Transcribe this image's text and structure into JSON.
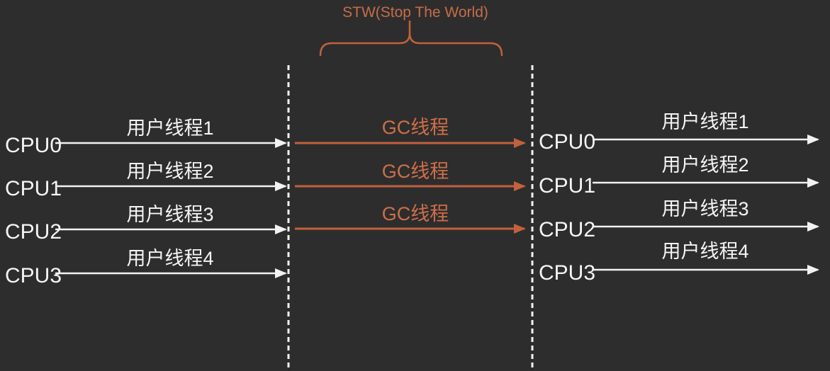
{
  "title": "STW(Stop The World)",
  "colors": {
    "background": "#2d2d2d",
    "thread_arrow": "#f2f2f2",
    "gc_arrow": "#c2613c",
    "gc_text": "#cf6e48",
    "title_text": "#c76c4b"
  },
  "left": {
    "rows": [
      {
        "cpu": "CPU0",
        "thread": "用户线程1"
      },
      {
        "cpu": "CPU1",
        "thread": "用户线程2"
      },
      {
        "cpu": "CPU2",
        "thread": "用户线程3"
      },
      {
        "cpu": "CPU3",
        "thread": "用户线程4"
      }
    ]
  },
  "middle": {
    "gc_rows": [
      {
        "label": "GC线程"
      },
      {
        "label": "GC线程"
      },
      {
        "label": "GC线程"
      }
    ]
  },
  "right": {
    "rows": [
      {
        "cpu": "CPU0",
        "thread": "用户线程1"
      },
      {
        "cpu": "CPU1",
        "thread": "用户线程2"
      },
      {
        "cpu": "CPU2",
        "thread": "用户线程3"
      },
      {
        "cpu": "CPU3",
        "thread": "用户线程4"
      }
    ]
  }
}
